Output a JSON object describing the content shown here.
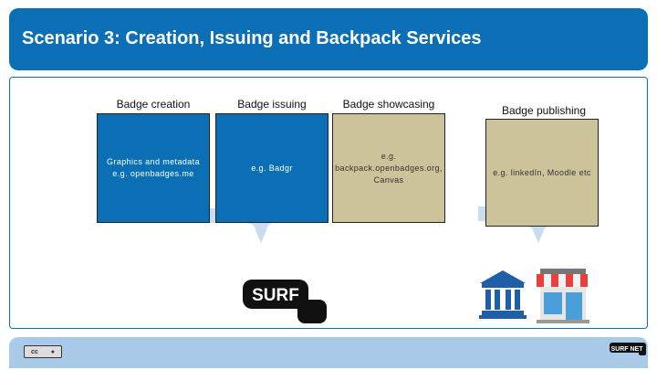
{
  "slide": {
    "title": "Scenario 3: Creation, Issuing and Backpack Services"
  },
  "columns": [
    {
      "heading": "Badge creation",
      "box_text": "Graphics and metadata e.g. openbadges.me",
      "box_color": "#0a6fb4"
    },
    {
      "heading": "Badge issuing",
      "box_text": "e.g. Badgr",
      "box_color": "#0a6fb4"
    },
    {
      "heading": "Badge showcasing",
      "box_text": "e.g. backpack.openbadges.org, Canvas",
      "box_color": "#cdc39a"
    },
    {
      "heading": "Badge publishing",
      "box_text": "e.g. linkedIn, Moodle etc",
      "box_color": "#cdc39a"
    }
  ],
  "logos": {
    "surf": "SURF",
    "surfnet": "SURF NET",
    "license": "cc"
  },
  "icons": [
    "building-icon",
    "shop-icon",
    "creative-commons-icon"
  ],
  "colors": {
    "header": "#0a6fb4",
    "footer": "#a9cbe9",
    "flow": "#c9dcf0"
  }
}
